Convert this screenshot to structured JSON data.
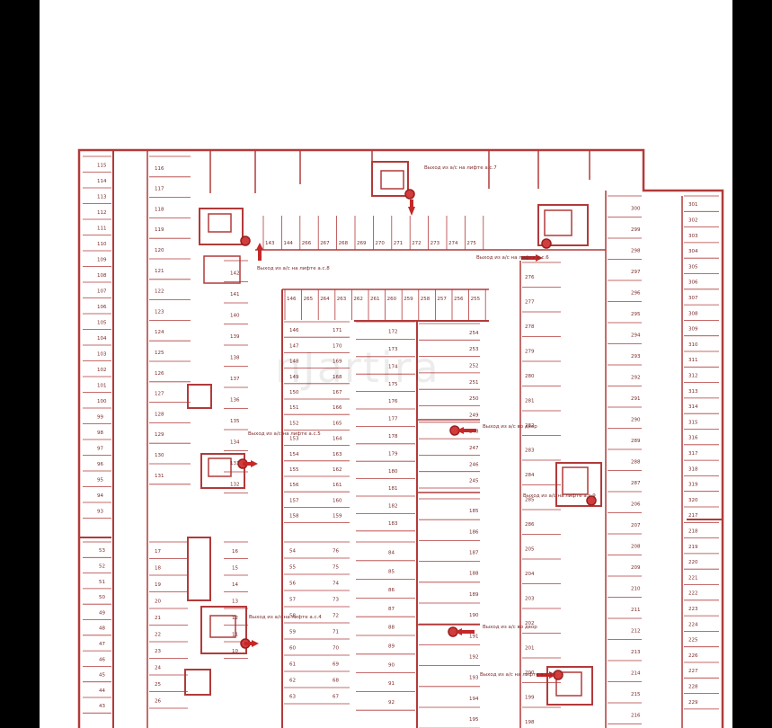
{
  "watermark": "nJartira",
  "exit_notes": {
    "elevator_a7": "Выход из а/с на лифте а.с.7",
    "elevator_a8": "Выход из а/с на лифте а.с.8",
    "elevator_a6": "Выход из а/с на лифте а.с.6",
    "elevator_a5": "Выход из а/с на лифте а.с.5",
    "elevator_a4": "Выход из а/с на лифте а.с.4",
    "elevator_a9": "Выход из а/с на лифте а.с.9",
    "elevator_a10": "Выход из а/с на лифте а.с.10",
    "door_1": "Выход из а/с во двор",
    "door_2": "Выход из а/с во двор"
  },
  "colors": {
    "wall": "#b23a3a",
    "exit_marker": "#d23c3c",
    "background": "#ffffff"
  },
  "spaces": {
    "col_left_top": [
      "115",
      "114",
      "113",
      "112",
      "111",
      "110",
      "109",
      "108",
      "107",
      "106",
      "105",
      "104",
      "103",
      "102",
      "101",
      "100",
      "99",
      "98",
      "97",
      "96",
      "95",
      "94",
      "93"
    ],
    "col_left_bottom": [
      "53",
      "52",
      "51",
      "50",
      "49",
      "48",
      "47",
      "46",
      "45",
      "44",
      "43"
    ],
    "col_b_top": [
      "116",
      "117",
      "118",
      "119",
      "120",
      "121",
      "122",
      "123",
      "124",
      "125",
      "126",
      "127",
      "128",
      "129",
      "130",
      "131"
    ],
    "col_b_bottom": [
      "17",
      "18",
      "19",
      "20",
      "21",
      "22",
      "23",
      "24",
      "25",
      "26"
    ],
    "col_c_top": [
      "142",
      "141",
      "140",
      "139",
      "138",
      "137",
      "136",
      "135",
      "134",
      "133",
      "132"
    ],
    "col_c_bottom": [
      "16",
      "15",
      "14",
      "13",
      "12",
      "11",
      "10"
    ],
    "top_row": [
      "143",
      "144",
      "266",
      "267",
      "268",
      "269",
      "270",
      "271",
      "272",
      "273",
      "274",
      "275"
    ],
    "row_2": [
      "146",
      "265",
      "264",
      "263",
      "262",
      "261",
      "260",
      "259",
      "258",
      "257",
      "256",
      "255"
    ],
    "col_d": [
      "146",
      "147",
      "148",
      "149",
      "150",
      "151",
      "152",
      "153",
      "154",
      "155",
      "156",
      "157",
      "158"
    ],
    "col_e": [
      "171",
      "170",
      "169",
      "168",
      "167",
      "166",
      "165",
      "164",
      "163",
      "162",
      "161",
      "160",
      "159"
    ],
    "col_d_bottom": [
      "54",
      "55",
      "56",
      "57",
      "58",
      "59",
      "60",
      "61",
      "62",
      "63"
    ],
    "col_e_bottom": [
      "76",
      "75",
      "74",
      "73",
      "72",
      "71",
      "70",
      "69",
      "68",
      "67"
    ],
    "col_f": [
      "172",
      "173",
      "174",
      "175",
      "176",
      "177",
      "178",
      "179",
      "180",
      "181",
      "182",
      "183"
    ],
    "col_f_bottom": [
      "84",
      "85",
      "86",
      "87",
      "88",
      "89",
      "90",
      "91",
      "92"
    ],
    "col_g": [
      "254",
      "253",
      "252",
      "251",
      "250",
      "249",
      "248",
      "247",
      "246",
      "245"
    ],
    "col_g_bottom": [
      "185",
      "186",
      "187",
      "188",
      "189",
      "190",
      "191",
      "192",
      "193",
      "194",
      "195"
    ],
    "col_h": [
      "276",
      "277",
      "278",
      "279",
      "280",
      "281",
      "282",
      "283",
      "284",
      "285",
      "286",
      "205",
      "204",
      "203",
      "202",
      "201",
      "200",
      "199",
      "198"
    ],
    "col_i": [
      "300",
      "299",
      "298",
      "297",
      "296",
      "295",
      "294",
      "293",
      "292",
      "291",
      "290",
      "289",
      "288",
      "287",
      "206",
      "207",
      "208",
      "209",
      "210",
      "211",
      "212",
      "213",
      "214",
      "215",
      "216"
    ],
    "col_right": [
      "301",
      "302",
      "303",
      "304",
      "305",
      "306",
      "307",
      "308",
      "309",
      "310",
      "311",
      "312",
      "313",
      "314",
      "315",
      "316",
      "317",
      "318",
      "319",
      "320",
      "217",
      "218",
      "219",
      "220",
      "221",
      "222",
      "223",
      "224",
      "225",
      "226",
      "227",
      "228",
      "229"
    ]
  }
}
